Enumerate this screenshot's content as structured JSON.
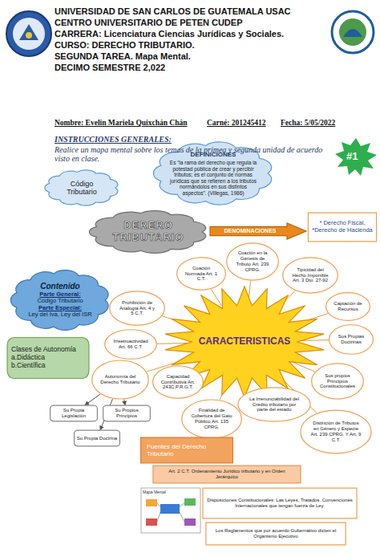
{
  "diagram": {
    "nodes": [
      {
        "text": [
          "DEFINICIONES",
          "Es “la rama del derecho que regula la potestad pública de crear y percibir tributos; es el conjunto de normas jurídicas que se refieren a los tributos normándolos en sus distintos aspectos”. (Villegas, 1986)"
        ]
      },
      {
        "text": [
          "Código Tributario"
        ]
      },
      {
        "text": [
          "DERERO TRIBUTARIO"
        ]
      },
      {
        "text": [
          "DENOMINACIONES"
        ]
      },
      {
        "text": [
          "* Derecho Fiscal,",
          "*Derecho de Hacienda"
        ]
      },
      {
        "text": [
          "Contenido",
          "Parte General:",
          "Código Tributario",
          "Parte Especial:",
          "Ley del Iva, Ley del ISR"
        ]
      },
      {
        "text": [
          "Coación Normada Art. 1 C.T."
        ]
      },
      {
        "text": [
          "Coación en la Génesis de Tributo Art. 239 CPRG."
        ]
      },
      {
        "text": [
          "Tipicidad del Hecho Imponible Art. 3 Dto. 27-92"
        ]
      },
      {
        "text": [
          "Prohibición de Analogía Art. 4 y 5 C.T."
        ]
      },
      {
        "text": [
          "Captación de Recursos"
        ]
      },
      {
        "text": [
          "CARACTERISTICAS"
        ]
      },
      {
        "text": [
          "Irreetroactividad Art. 66 C.T."
        ]
      },
      {
        "text": [
          "Sus Propias Doctrinas"
        ]
      },
      {
        "text": [
          "Clases de Autonomía",
          "a.Didáctica",
          "b.Científica"
        ]
      },
      {
        "text": [
          "Autonomía del Derecho Tributario"
        ]
      },
      {
        "text": [
          "Capacidad Contributiva Art. 243C.P.R.G.T."
        ]
      },
      {
        "text": [
          "Sus propios Principios Constitucionales"
        ]
      },
      {
        "text": [
          "La Irrenunciabilidad del Crédito tributario por parte del estado"
        ]
      },
      {
        "text": [
          "Finalidad de Cobertura del Gato Público Art. 135 CPRG."
        ]
      },
      {
        "text": [
          "Distinción de Tributos en Género y Especie Art. 239 CPRG. Y Art. 9 C.T."
        ]
      },
      {
        "text": [
          "Su Propia Legislación"
        ]
      },
      {
        "text": [
          "Su Propios Principios"
        ]
      },
      {
        "text": [
          "Su Propia Doctrina"
        ]
      },
      {
        "text": [
          "Fuentes del Derecho Tributario"
        ]
      },
      {
        "text": [
          "Art. 2 C.T. Ordenamiento Jurídico tributario y en Orden Jerárquico"
        ]
      },
      {
        "text": [
          "Disposiciones Constitucionales: Las Leyes, Tratados, Convenciones Internacionales que tengan fuerza de Ley."
        ]
      },
      {
        "text": [
          "Los Reglamentos que por acuerdo Gubernativo dicten el Organismo Ejecutivo"
        ]
      }
    ],
    "edges": [
      {
        "from": 11,
        "to": 6,
        "arrow": "none"
      },
      {
        "from": 11,
        "to": 7,
        "arrow": "none"
      },
      {
        "from": 11,
        "to": 8,
        "arrow": "none"
      },
      {
        "from": 11,
        "to": 9,
        "arrow": "none"
      },
      {
        "from": 11,
        "to": 10,
        "arrow": "none"
      },
      {
        "from": 11,
        "to": 12,
        "arrow": "none"
      },
      {
        "from": 11,
        "to": 13,
        "arrow": "none"
      },
      {
        "from": 11,
        "to": 15,
        "arrow": "none"
      },
      {
        "from": 11,
        "to": 16,
        "arrow": "none"
      },
      {
        "from": 11,
        "to": 17,
        "arrow": "none"
      },
      {
        "from": 11,
        "to": 18,
        "arrow": "none"
      },
      {
        "from": 11,
        "to": 19,
        "arrow": "none"
      },
      {
        "from": 11,
        "to": 20,
        "arrow": "none"
      },
      {
        "from": 15,
        "to": 21,
        "arrow": "to"
      },
      {
        "from": 15,
        "to": 22,
        "arrow": "to"
      },
      {
        "from": 15,
        "to": 23,
        "arrow": "to"
      }
    ],
    "labels": [
      "UNIVERSIDAD DE SAN CARLOS DE GUATEMALA USAC",
      "CENTRO UNIVERSITARIO DE PETEN CUDEP",
      "CARRERA:  Licenciatura Ciencias Jurídicas y Sociales.",
      "CURSO:  DERECHO TRIBUTARIO.",
      "SEGUNDA TAREA. Mapa Mental.",
      "DECIMO SEMESTRE 2,022",
      "Nombre: Evelin Mariela Quixchán Chán",
      "Carné: 201245412",
      "Fecha: 5/05/2022",
      "INSTRUCCIONES GENERALES:",
      "Realice un mapa mental sobre los temas de la primea y segunda unidad de acuerdo visto en clase.",
      "#1",
      "Mapa Mental"
    ]
  }
}
